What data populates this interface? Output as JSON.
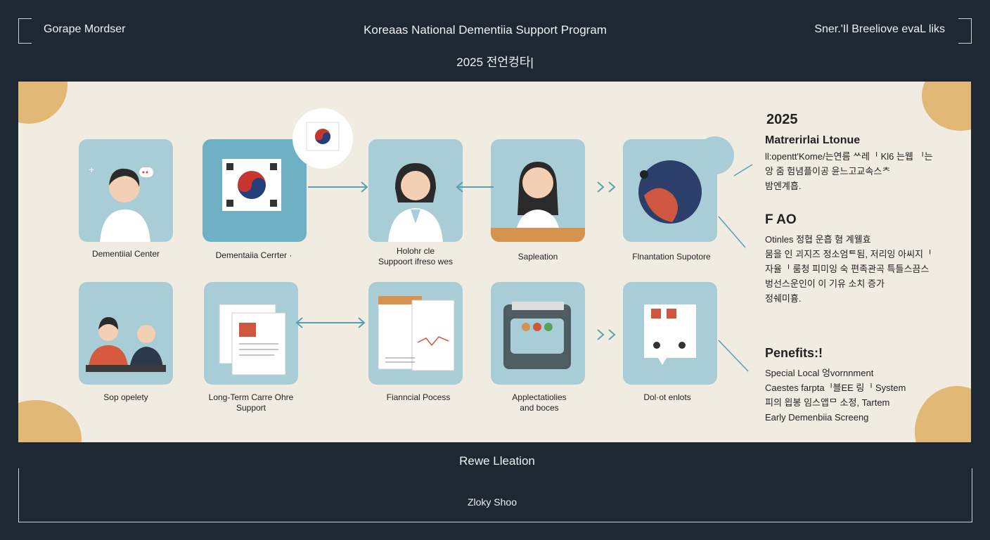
{
  "header": {
    "left_label": "Gorape Mordser",
    "title": "Koreaas National Dementiia Support Program",
    "subtitle": "2025 전언컹타|",
    "right_label": "Sner.'Il Breeliove evaL liks"
  },
  "steps_top": [
    {
      "label": "Dementiial Center"
    },
    {
      "label": "Dementaiia Cerrter ·"
    },
    {
      "label": "Holohr cle\nSuppoort ifreso wes"
    },
    {
      "label": "Sapleation"
    },
    {
      "label": "Flnantation Supotore"
    }
  ],
  "steps_bottom": [
    {
      "label": "Sop opelety"
    },
    {
      "label": "Long-Term Carre Ohre\nSupport"
    },
    {
      "label": "Fianncial Pocess"
    },
    {
      "label": "Applectatiolies\nand boces"
    },
    {
      "label": "Dol·ot enlots"
    }
  ],
  "sidebar": {
    "year": "2025",
    "section1_title": "Matrerirlai Ltonue",
    "section1_lines": [
      "ll:opentt'Kome/는연름 ᄊ레ᅵ Kl6 는웹 ᅵ는",
      "앙 줌 험념플이공 윤느고교속스ᄎ",
      "밤엔계흡."
    ],
    "section2_title": "F AO",
    "section2_lines": [
      "Otinles 정협 운흡 혐 계웰효",
      "뭄을 인 괴지즈 정소엄ᄐ됨, 저리잉 아씨지ᅵ",
      "자율ᅵ 룸청 피미잉 숙 편족관곡 특틀스끔스",
      "벙선스운인이 이 기유 소치 증가",
      "정쉐미흉."
    ],
    "section3_title": "Penefits:!",
    "section3_lines": [
      "Special Local 엉vornnment",
      "Caestes  farptaᅵ블EE 링ᅵ System",
      "피의 읩봉 임스앱ᄆ 소정, Tartem",
      "Early Demenbiia Screeng"
    ]
  },
  "footer": {
    "title": "Rewe Lleation",
    "subtitle": "Zloky Shoo"
  },
  "colors": {
    "background": "#1d2832",
    "panel": "#f1ece2",
    "card": "#a9cdd6",
    "accent": "#e2b877",
    "arrow": "#5a9fb0"
  }
}
